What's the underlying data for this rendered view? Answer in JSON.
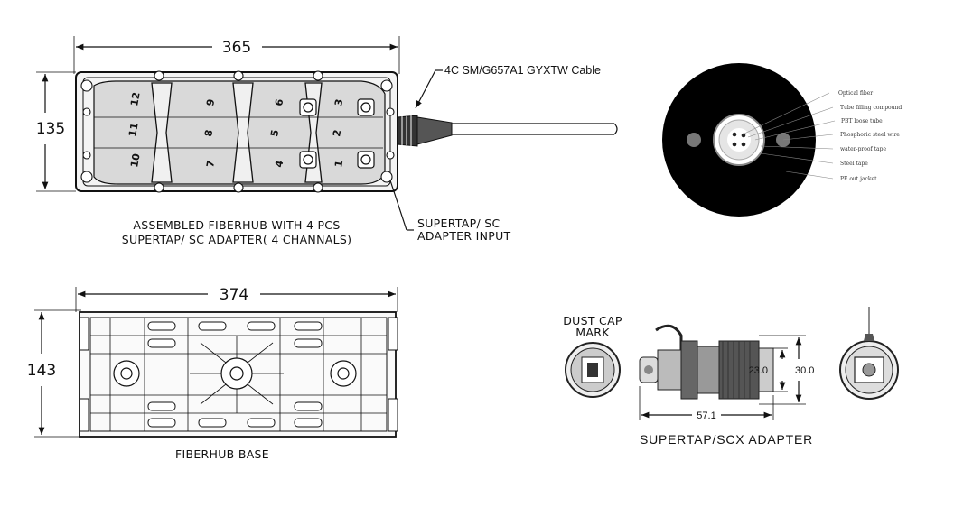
{
  "assembled_view": {
    "width_dim": "365",
    "height_dim": "135",
    "cable_label": "4C SM/G657A1 GYXTW Cable",
    "caption_line1": "ASSEMBLED  FIBERHUB  WITH  4 PCS",
    "caption_line2": "SUPERTAP/  SC ADAPTER( 4 CHANNALS)",
    "input_line1": "SUPERTAP/ SC",
    "input_line2": "ADAPTER  INPUT",
    "port_numbers": [
      "12",
      "11",
      "10",
      "9",
      "8",
      "7",
      "6",
      "5",
      "4",
      "3",
      "2",
      "1"
    ]
  },
  "cable_cross_section": {
    "legend": [
      "Optical fiber",
      "Tube filling compound",
      "PBT loose tube",
      "Phosphoric steel wire",
      "water-proof tape",
      "Steel tape",
      "PE out jacket"
    ]
  },
  "base_view": {
    "width_dim": "374",
    "height_dim": "143",
    "caption": "FIBERHUB  BASE"
  },
  "adapter_view": {
    "dust_cap_label_line1": "DUST CAP",
    "dust_cap_label_line2": "MARK",
    "dim_inner": "23.0",
    "dim_outer": "30.0",
    "dim_length": "57.1",
    "caption": "SUPERTAP/SCX ADAPTER"
  }
}
